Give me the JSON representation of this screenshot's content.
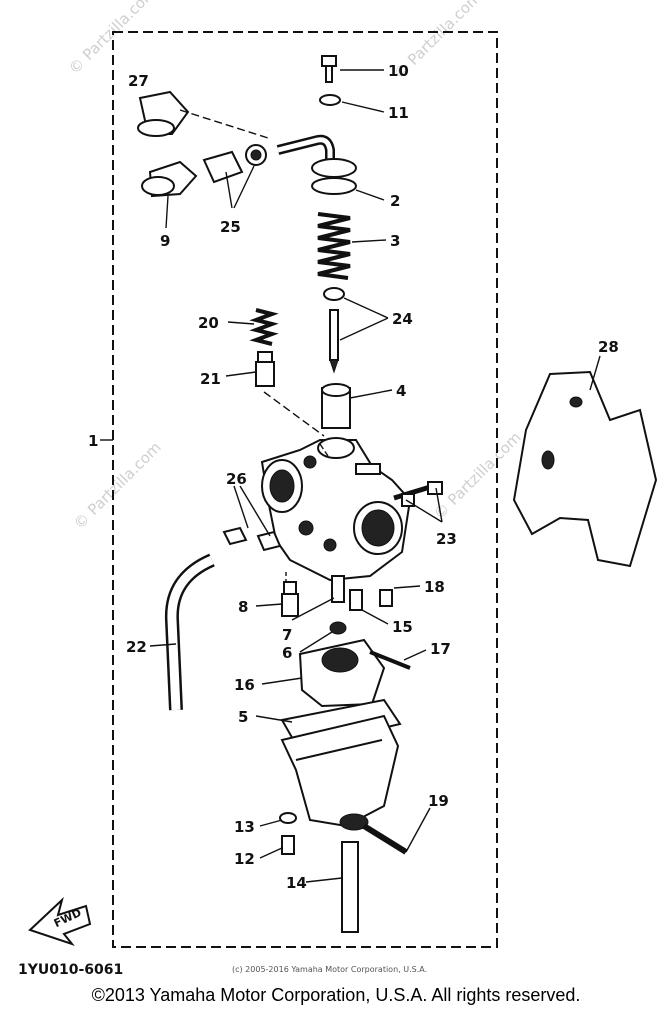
{
  "diagram": {
    "callouts": [
      "1",
      "2",
      "3",
      "4",
      "5",
      "6",
      "7",
      "8",
      "9",
      "10",
      "11",
      "12",
      "13",
      "14",
      "15",
      "16",
      "17",
      "18",
      "19",
      "20",
      "21",
      "22",
      "23",
      "24",
      "25",
      "26",
      "27",
      "28"
    ],
    "fwd_label": "FWD",
    "drawing_code": "1YU010-6061",
    "small_copyright": "(c) 2005-2016 Yamaha Motor Corporation, U.S.A.",
    "watermark": "© Partzilla.com"
  },
  "footer": {
    "copyright": "©2013 Yamaha Motor Corporation, U.S.A. All rights reserved."
  }
}
